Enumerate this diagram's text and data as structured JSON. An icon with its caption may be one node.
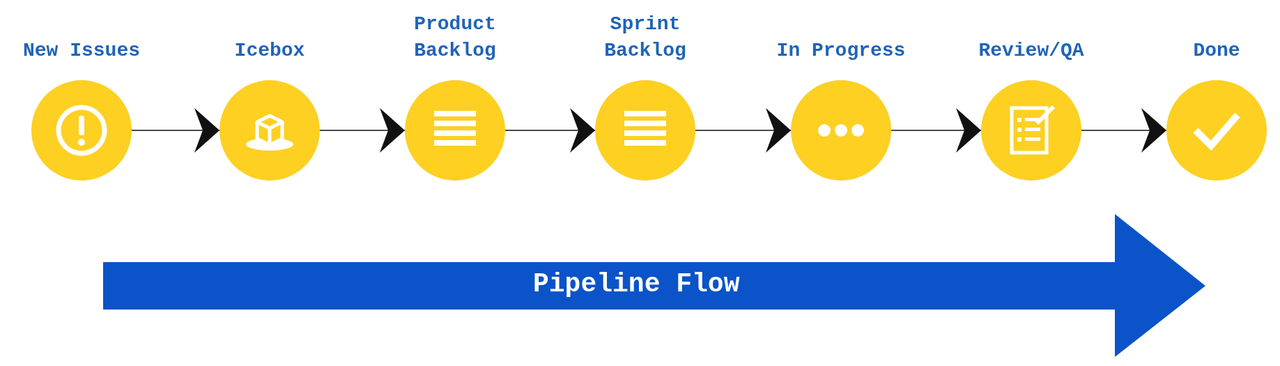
{
  "diagram": {
    "nodes": [
      {
        "text": [
          "New Issues"
        ]
      },
      {
        "text": [
          "Icebox"
        ]
      },
      {
        "text": [
          "Product Backlog"
        ]
      },
      {
        "text": [
          "Sprint Backlog"
        ]
      },
      {
        "text": [
          "In Progress"
        ]
      },
      {
        "text": [
          "Review/QA"
        ]
      },
      {
        "text": [
          "Done"
        ]
      }
    ],
    "edges": [
      {
        "from": 0,
        "to": 1,
        "arrow": "to"
      },
      {
        "from": 1,
        "to": 2,
        "arrow": "to"
      },
      {
        "from": 2,
        "to": 3,
        "arrow": "to"
      },
      {
        "from": 3,
        "to": 4,
        "arrow": "to"
      },
      {
        "from": 4,
        "to": 5,
        "arrow": "to"
      },
      {
        "from": 5,
        "to": 6,
        "arrow": "to"
      }
    ],
    "labels": [
      "Pipeline Flow"
    ]
  }
}
